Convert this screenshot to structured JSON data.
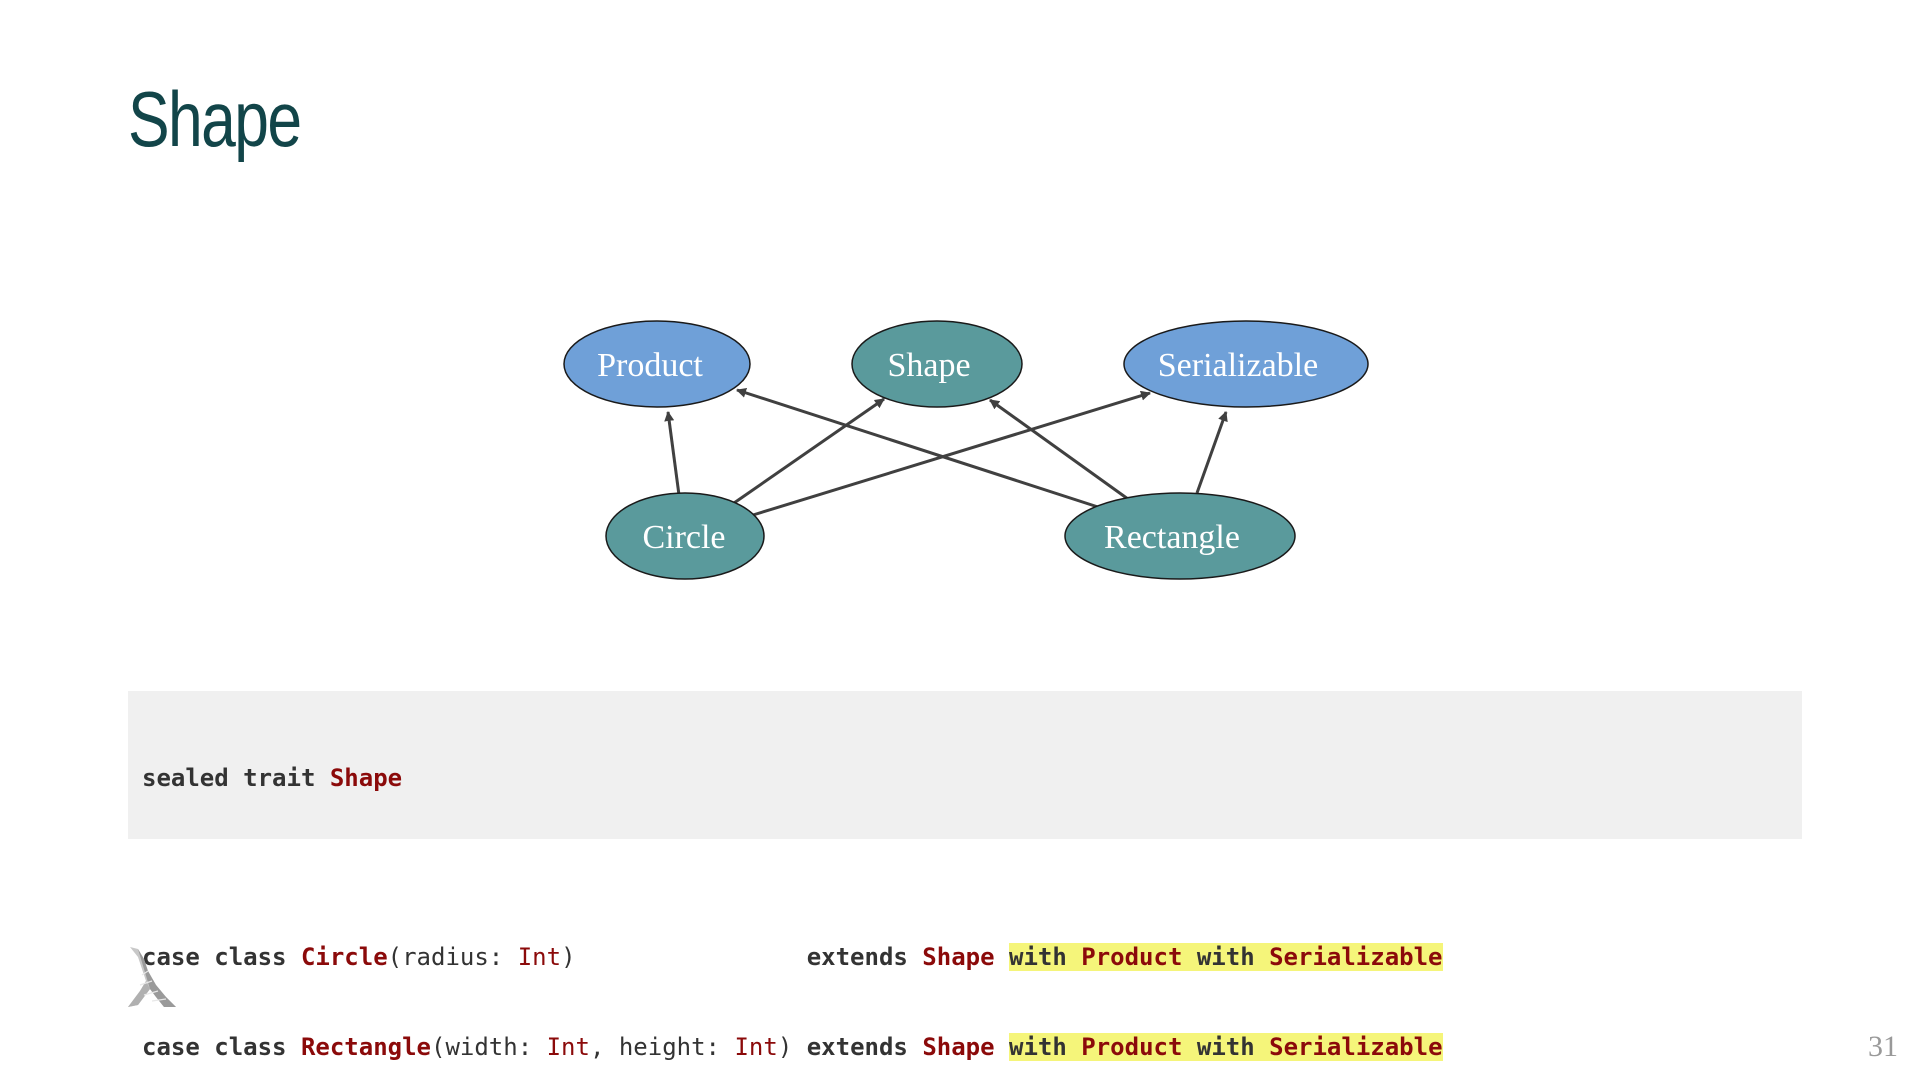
{
  "slide": {
    "title": "Shape",
    "page_number": "31"
  },
  "diagram": {
    "nodes": {
      "product": "Product",
      "shape": "Shape",
      "serializable": "Serializable",
      "circle": "Circle",
      "rectangle": "Rectangle"
    },
    "edges": [
      {
        "from": "Circle",
        "to": "Product"
      },
      {
        "from": "Circle",
        "to": "Shape"
      },
      {
        "from": "Circle",
        "to": "Serializable"
      },
      {
        "from": "Rectangle",
        "to": "Product"
      },
      {
        "from": "Rectangle",
        "to": "Shape"
      },
      {
        "from": "Rectangle",
        "to": "Serializable"
      }
    ],
    "colors": {
      "trait_fill": "#6fa0d8",
      "class_fill": "#5a9a9c",
      "edge": "#404040"
    }
  },
  "code": {
    "l1": {
      "kw": "sealed trait ",
      "name": "Shape"
    },
    "l2": {
      "kw": "case class ",
      "name": "Circle",
      "open": "(radius: ",
      "t1": "Int",
      "close": ")",
      "pad": "                ",
      "ext": "extends ",
      "shape": "Shape",
      "sp": " ",
      "w1": "with ",
      "prod": "Product",
      "w2": " with ",
      "ser": "Serializable"
    },
    "l3": {
      "kw": "case class ",
      "name": "Rectangle",
      "open": "(width: ",
      "t1": "Int",
      "mid": ", height: ",
      "t2": "Int",
      "close": ") ",
      "ext": "extends ",
      "shape": "Shape",
      "sp": " ",
      "w1": "with ",
      "prod": "Product",
      "w2": " with ",
      "ser": "Serializable"
    },
    "colors": {
      "background": "#f0f0f0",
      "type_name": "#8b0a0a",
      "highlight": "#f5f57a"
    }
  }
}
